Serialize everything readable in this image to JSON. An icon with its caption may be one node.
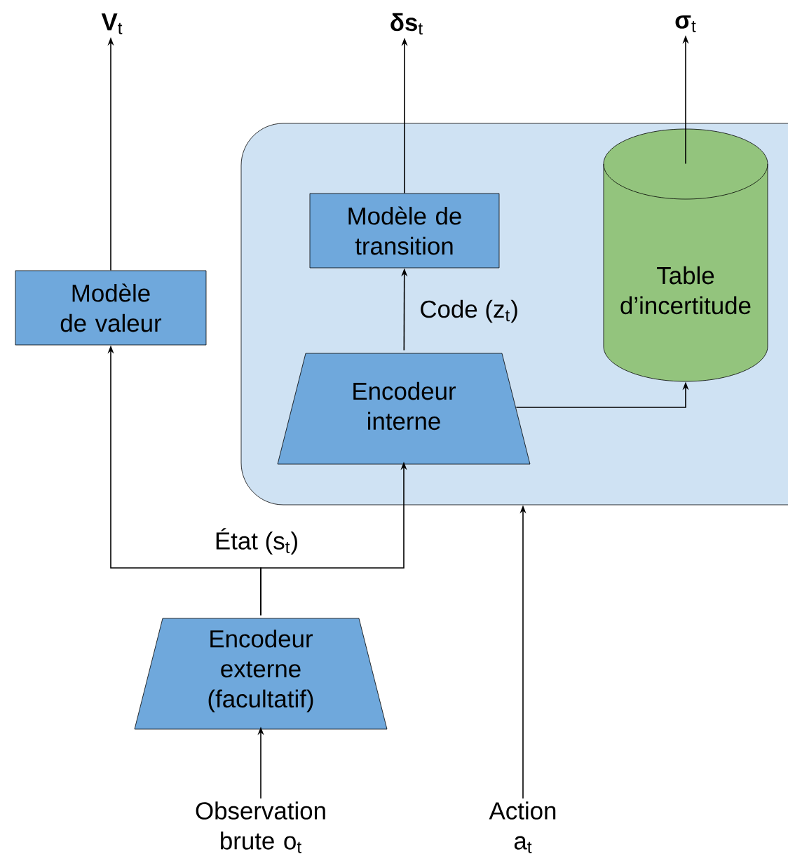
{
  "diagram": {
    "nodes": [
      {
        "text": [
          "**V**$_{t}$"
        ]
      },
      {
        "text": [
          "**δs**$_{t}$"
        ]
      },
      {
        "text": [
          "**σ**$_{t}$"
        ]
      },
      {
        "text": [
          "Modèle de valeur"
        ]
      },
      {
        "text": [],
        "shape": "box"
      },
      {
        "text": [
          "Modèle de transition"
        ],
        "in": 4
      },
      {
        "text": [
          "Table d’incertitude"
        ],
        "in": 4
      },
      {
        "text": [
          "Encodeur interne"
        ],
        "in": 4
      },
      {
        "text": [
          "Encodeur externe (facultatif)"
        ]
      },
      {
        "text": [
          "Observation brute o$_{t}$"
        ]
      },
      {
        "text": [
          "Action a$_{t}$"
        ]
      }
    ],
    "edges": [
      {
        "from": 3,
        "to": 0,
        "arrow": "to"
      },
      {
        "from": 5,
        "to": 1,
        "arrow": "to"
      },
      {
        "from": 6,
        "to": 2,
        "arrow": "to"
      },
      {
        "from": 7,
        "to": 5,
        "arrow": "to",
        "label": "Code (z$_{t}$)"
      },
      {
        "from": 7,
        "to": 6,
        "arrow": "to"
      },
      {
        "from": 8,
        "to": 3,
        "arrow": "to",
        "label": "État (s$_{t}$)"
      },
      {
        "from": 8,
        "to": 7,
        "arrow": "to"
      },
      {
        "from": 9,
        "to": 8,
        "arrow": "to"
      },
      {
        "from": 10,
        "to": 4,
        "arrow": "to"
      }
    ]
  }
}
